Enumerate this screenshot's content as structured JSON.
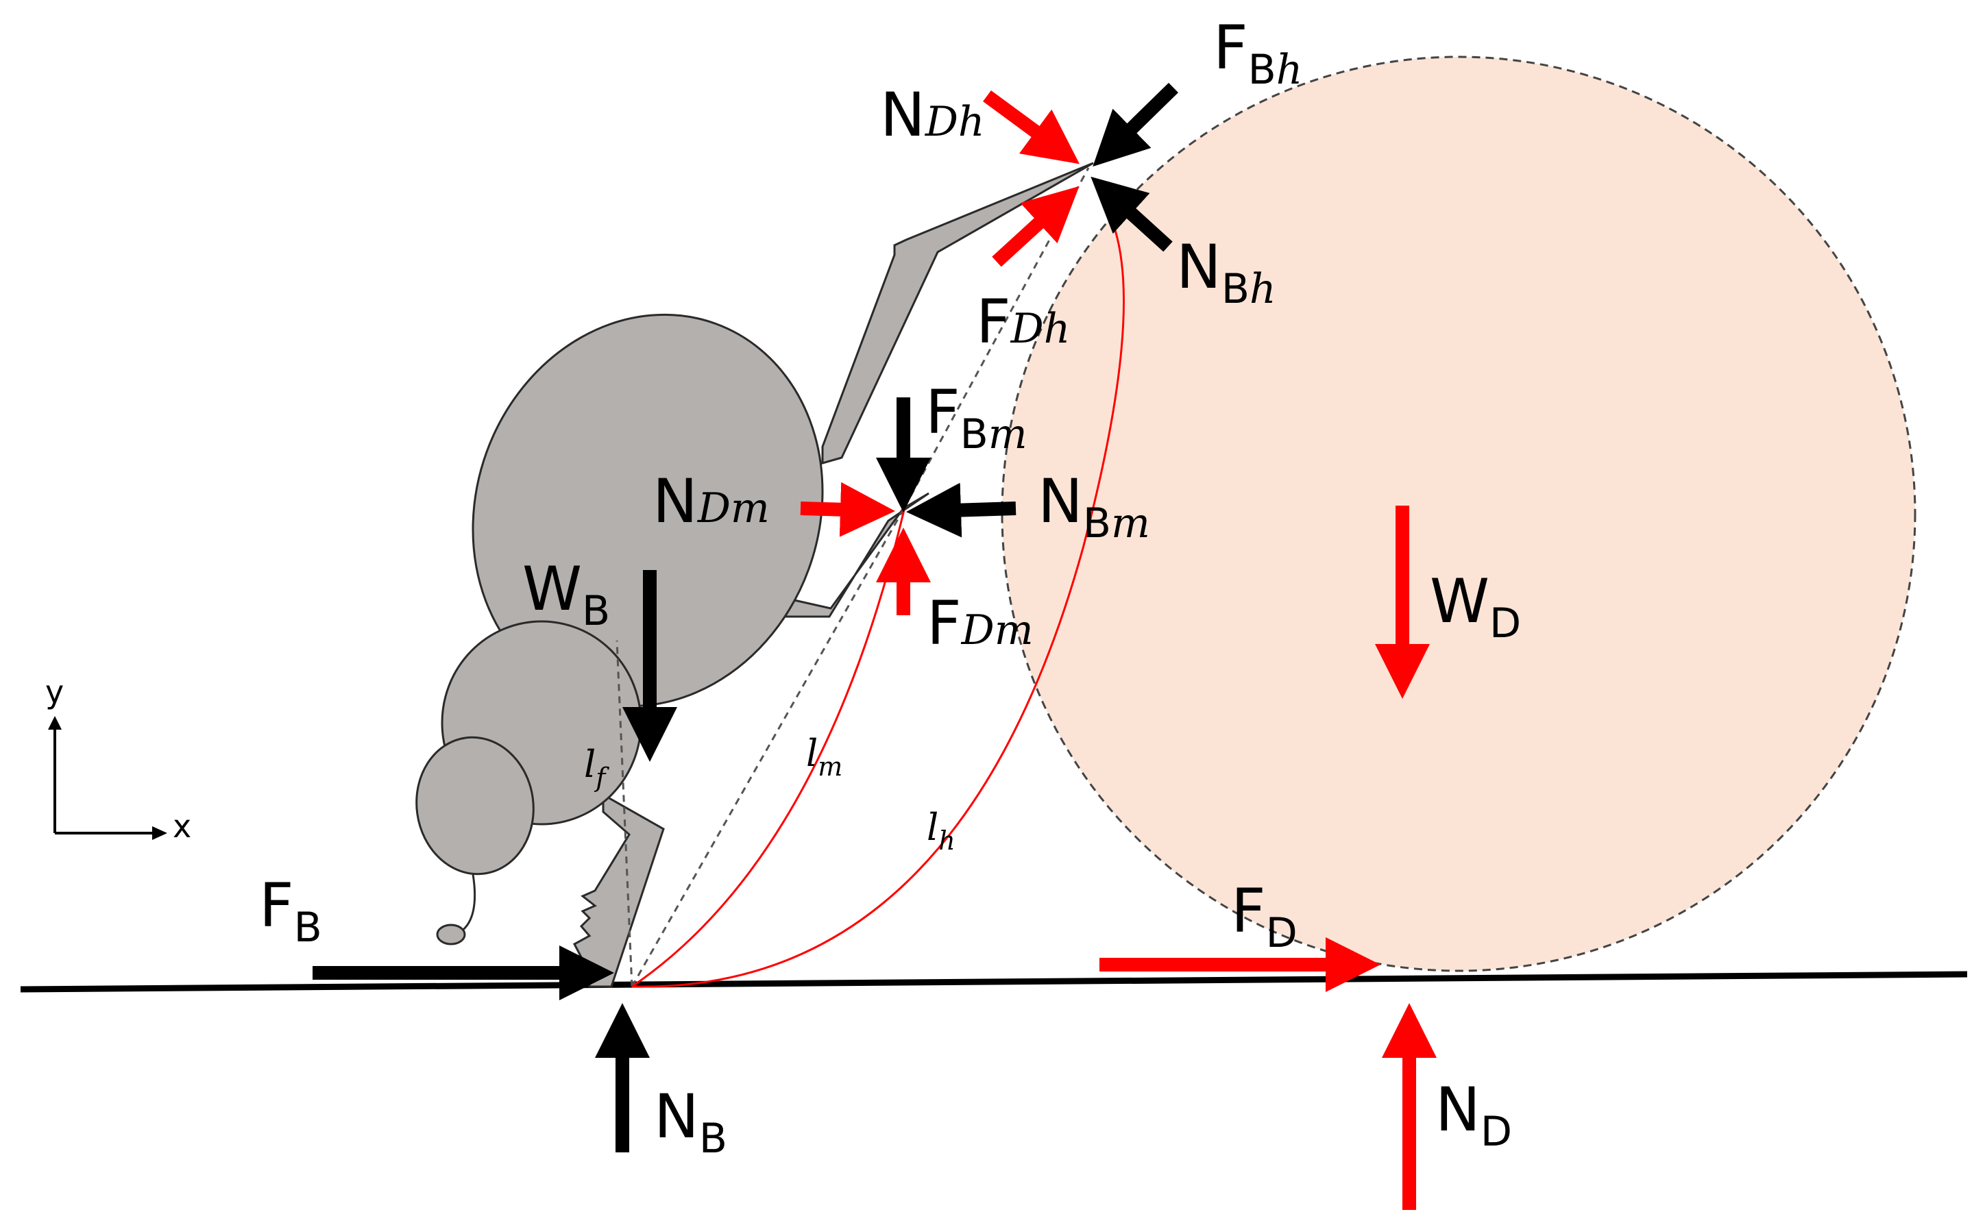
{
  "colors": {
    "beetle_body": "#b3b0ae",
    "beetle_outline": "#2a2a2a",
    "dung_ball": "#fbe4d6",
    "ground": "#000000",
    "beetle_force": "#000000",
    "dung_force": "#ff0000",
    "lever_arm_curve": "#ff0000",
    "dashed": "#555555"
  },
  "axes": {
    "y_label": "y",
    "x_label": "x"
  },
  "labels": {
    "FBh": {
      "main": "F",
      "sub": "B",
      "sub_it": "h"
    },
    "NDh": {
      "main": "N",
      "sub": "",
      "sub_it": "Dh"
    },
    "NBh": {
      "main": "N",
      "sub": "B",
      "sub_it": "h"
    },
    "FDh": {
      "main": "F",
      "sub": "",
      "sub_it": "Dh"
    },
    "FBm": {
      "main": "F",
      "sub": "B",
      "sub_it": "m"
    },
    "NDm": {
      "main": "N",
      "sub": "",
      "sub_it": "Dm"
    },
    "NBm": {
      "main": "N",
      "sub": "B",
      "sub_it": "m"
    },
    "FDm": {
      "main": "F",
      "sub": "",
      "sub_it": "Dm"
    },
    "WB": {
      "main": "W",
      "sub": "B",
      "sub_it": ""
    },
    "WD": {
      "main": "W",
      "sub": "D",
      "sub_it": ""
    },
    "FB": {
      "main": "F",
      "sub": "B",
      "sub_it": ""
    },
    "NB": {
      "main": "N",
      "sub": "B",
      "sub_it": ""
    },
    "FD": {
      "main": "F",
      "sub": "D",
      "sub_it": ""
    },
    "ND": {
      "main": "N",
      "sub": "D",
      "sub_it": ""
    },
    "lf": {
      "main": "l",
      "sub_it": "f"
    },
    "lm": {
      "main": "l",
      "sub_it": "m"
    },
    "lh": {
      "main": "l",
      "sub_it": "h"
    }
  }
}
